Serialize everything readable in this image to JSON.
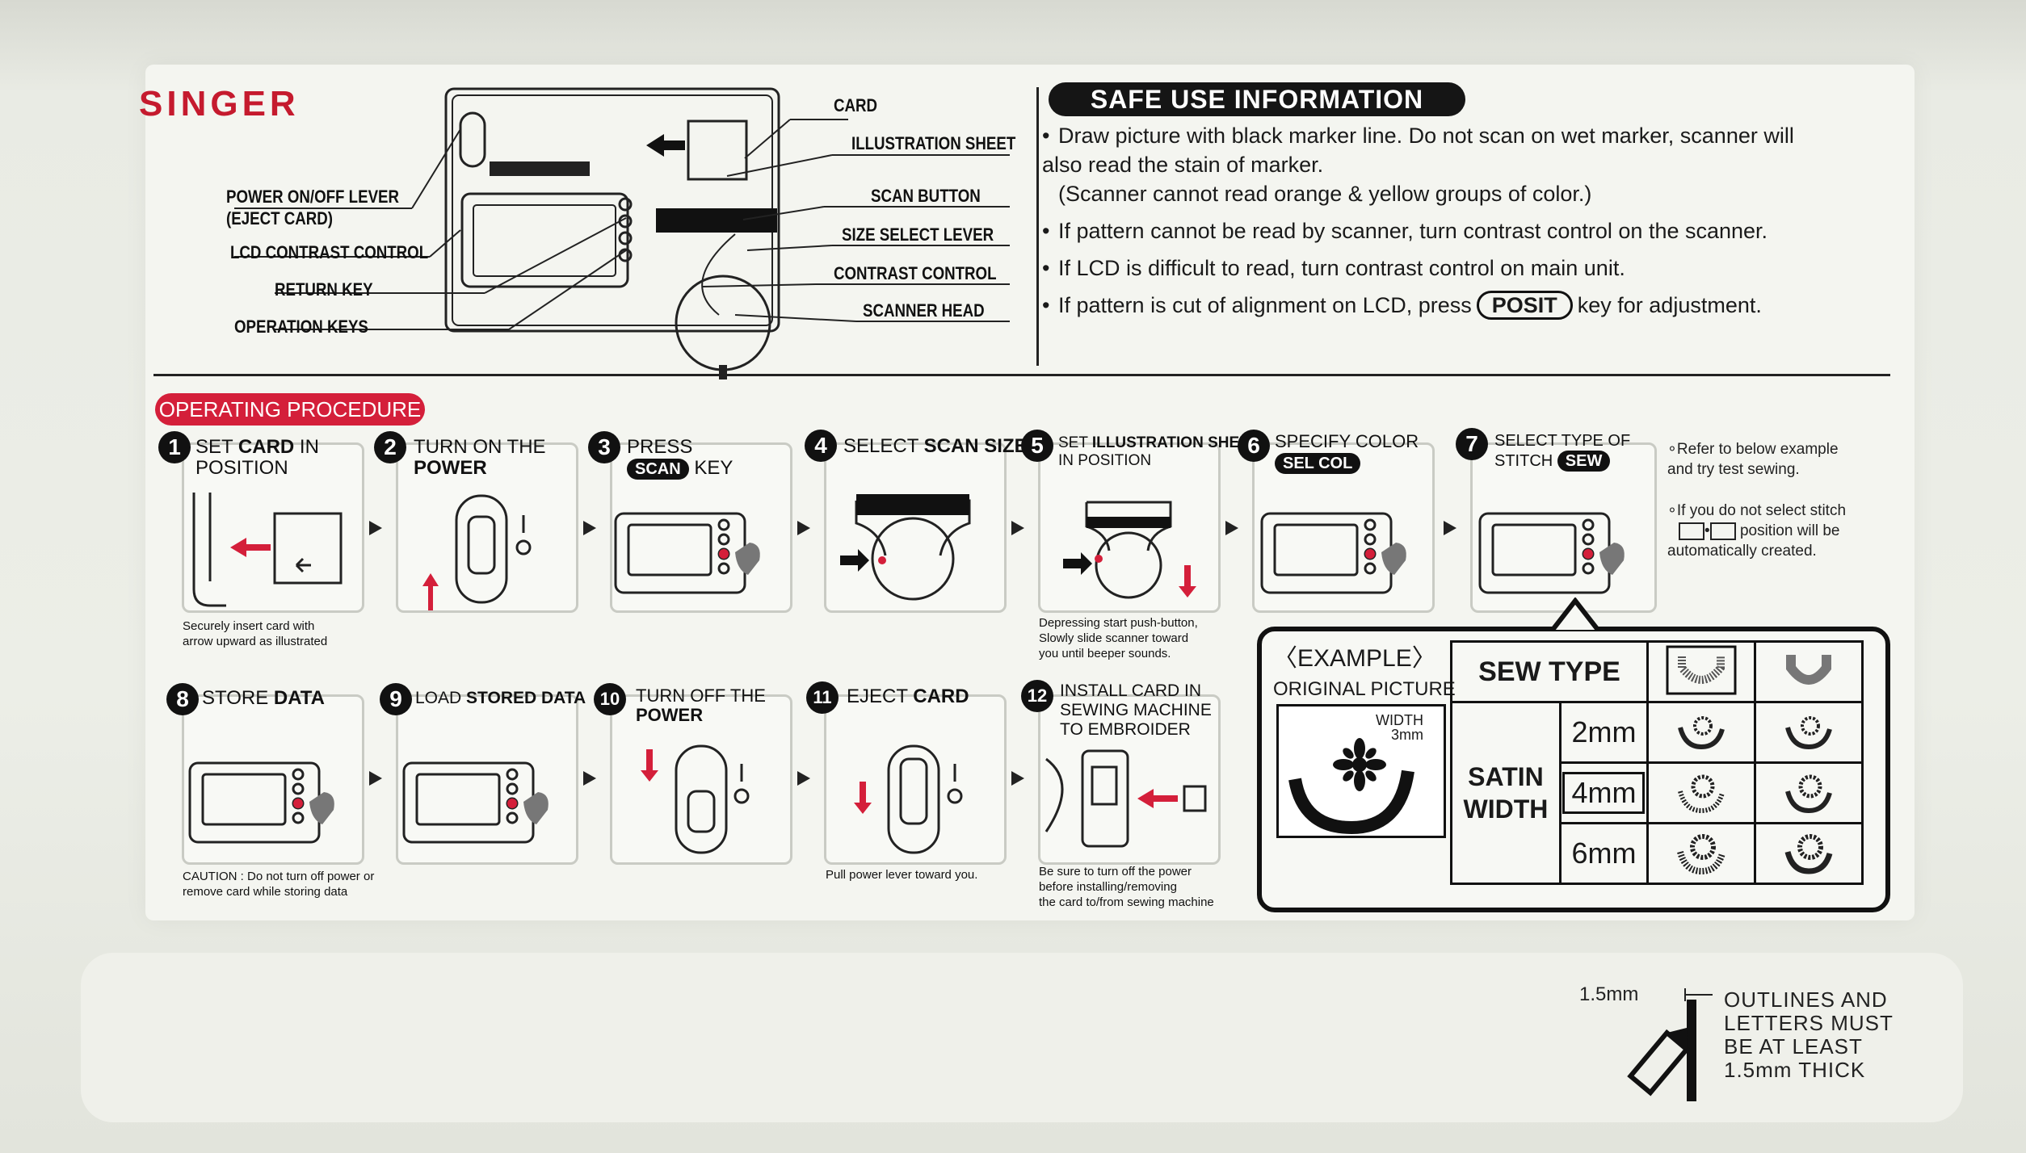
{
  "brand": "SINGER",
  "diagram_labels": {
    "power": "POWER ON/OFF LEVER\n(EJECT CARD)",
    "lcd": "LCD CONTRAST CONTROL",
    "return": "RETURN KEY",
    "operation": "OPERATION KEYS",
    "card": "CARD",
    "illustration": "ILLUSTRATION SHEET",
    "scan_button": "SCAN BUTTON",
    "size_select": "SIZE SELECT LEVER",
    "contrast": "CONTRAST CONTROL",
    "scanner_head": "SCANNER HEAD"
  },
  "safe_use": {
    "title": "SAFE USE INFORMATION",
    "items": [
      "Draw picture with black marker line. Do not scan on wet marker, scanner will also read the stain of marker.",
      "(Scanner cannot read orange & yellow groups of color.)",
      "If pattern cannot be read by scanner, turn contrast control on the scanner.",
      "If LCD is difficult to read, turn contrast control on main unit.",
      "If pattern is cut of alignment on LCD, press",
      "POSIT",
      "key for adjustment."
    ]
  },
  "operating_procedure": {
    "title": "OPERATING PROCEDURE",
    "steps": [
      {
        "n": "1",
        "t1": "SET ",
        "b": "CARD",
        "t2": " IN\nPOSITION"
      },
      {
        "n": "2",
        "t1": "TURN ON THE\n",
        "b": "POWER",
        "t2": ""
      },
      {
        "n": "3",
        "t1": "PRESS\n",
        "pill": "SCAN",
        "t2": " KEY"
      },
      {
        "n": "4",
        "t1": "SELECT ",
        "b": "SCAN SIZE",
        "t2": ""
      },
      {
        "n": "5",
        "t1": "SET ",
        "b": "ILLUSTRATION SHEET",
        "t2": "\nIN POSITION"
      },
      {
        "n": "6",
        "t1": "SPECIFY COLOR\n",
        "pill": "SEL COL",
        "t2": ""
      },
      {
        "n": "7",
        "t1": "SELECT TYPE OF\nSTITCH ",
        "pill": "SEW",
        "t2": ""
      },
      {
        "n": "8",
        "t1": "STORE ",
        "b": "DATA",
        "t2": ""
      },
      {
        "n": "9",
        "t1": "LOAD ",
        "b": "STORED DATA",
        "t2": ""
      },
      {
        "n": "10",
        "t1": "TURN OFF THE\n",
        "b": "POWER",
        "t2": ""
      },
      {
        "n": "11",
        "t1": "EJECT ",
        "b": "CARD",
        "t2": ""
      },
      {
        "n": "12",
        "t1": "INSTALL CARD IN\nSEWING MACHINE\nTO EMBROIDER",
        "t2": ""
      }
    ],
    "notes": {
      "n1": "Securely insert card with\narrow upward as illustrated",
      "n5": "Depressing start push-button,\nSlowly slide scanner toward\nyou until beeper sounds.",
      "n8": "CAUTION : Do not turn off power or\nremove card while storing data",
      "n11": "Pull power lever toward you.",
      "n12": "Be sure to turn off the power\nbefore installing/removing\nthe card to/from sewing machine"
    },
    "side_notes": [
      "Refer to below example\nand try test sewing.",
      "If you do not select stitch",
      "position will be\nautomatically created."
    ]
  },
  "example": {
    "title": "〈EXAMPLE〉",
    "original_picture": "ORIGINAL PICTURE",
    "width_label": "WIDTH\n3mm",
    "sew_type": "SEW TYPE",
    "satin_width": "SATIN\nWIDTH",
    "sizes": [
      "2mm",
      "4mm",
      "6mm"
    ]
  },
  "bottom": {
    "measure": "1.5mm",
    "outline_text": "OUTLINES  AND\nLETTERS MUST\nBE  AT  LEAST\n1.5mm   THICK"
  },
  "colors": {
    "brand_red": "#c51a2e",
    "procedure_red": "#d41f3a",
    "indicator_red": "#d41f3a"
  }
}
